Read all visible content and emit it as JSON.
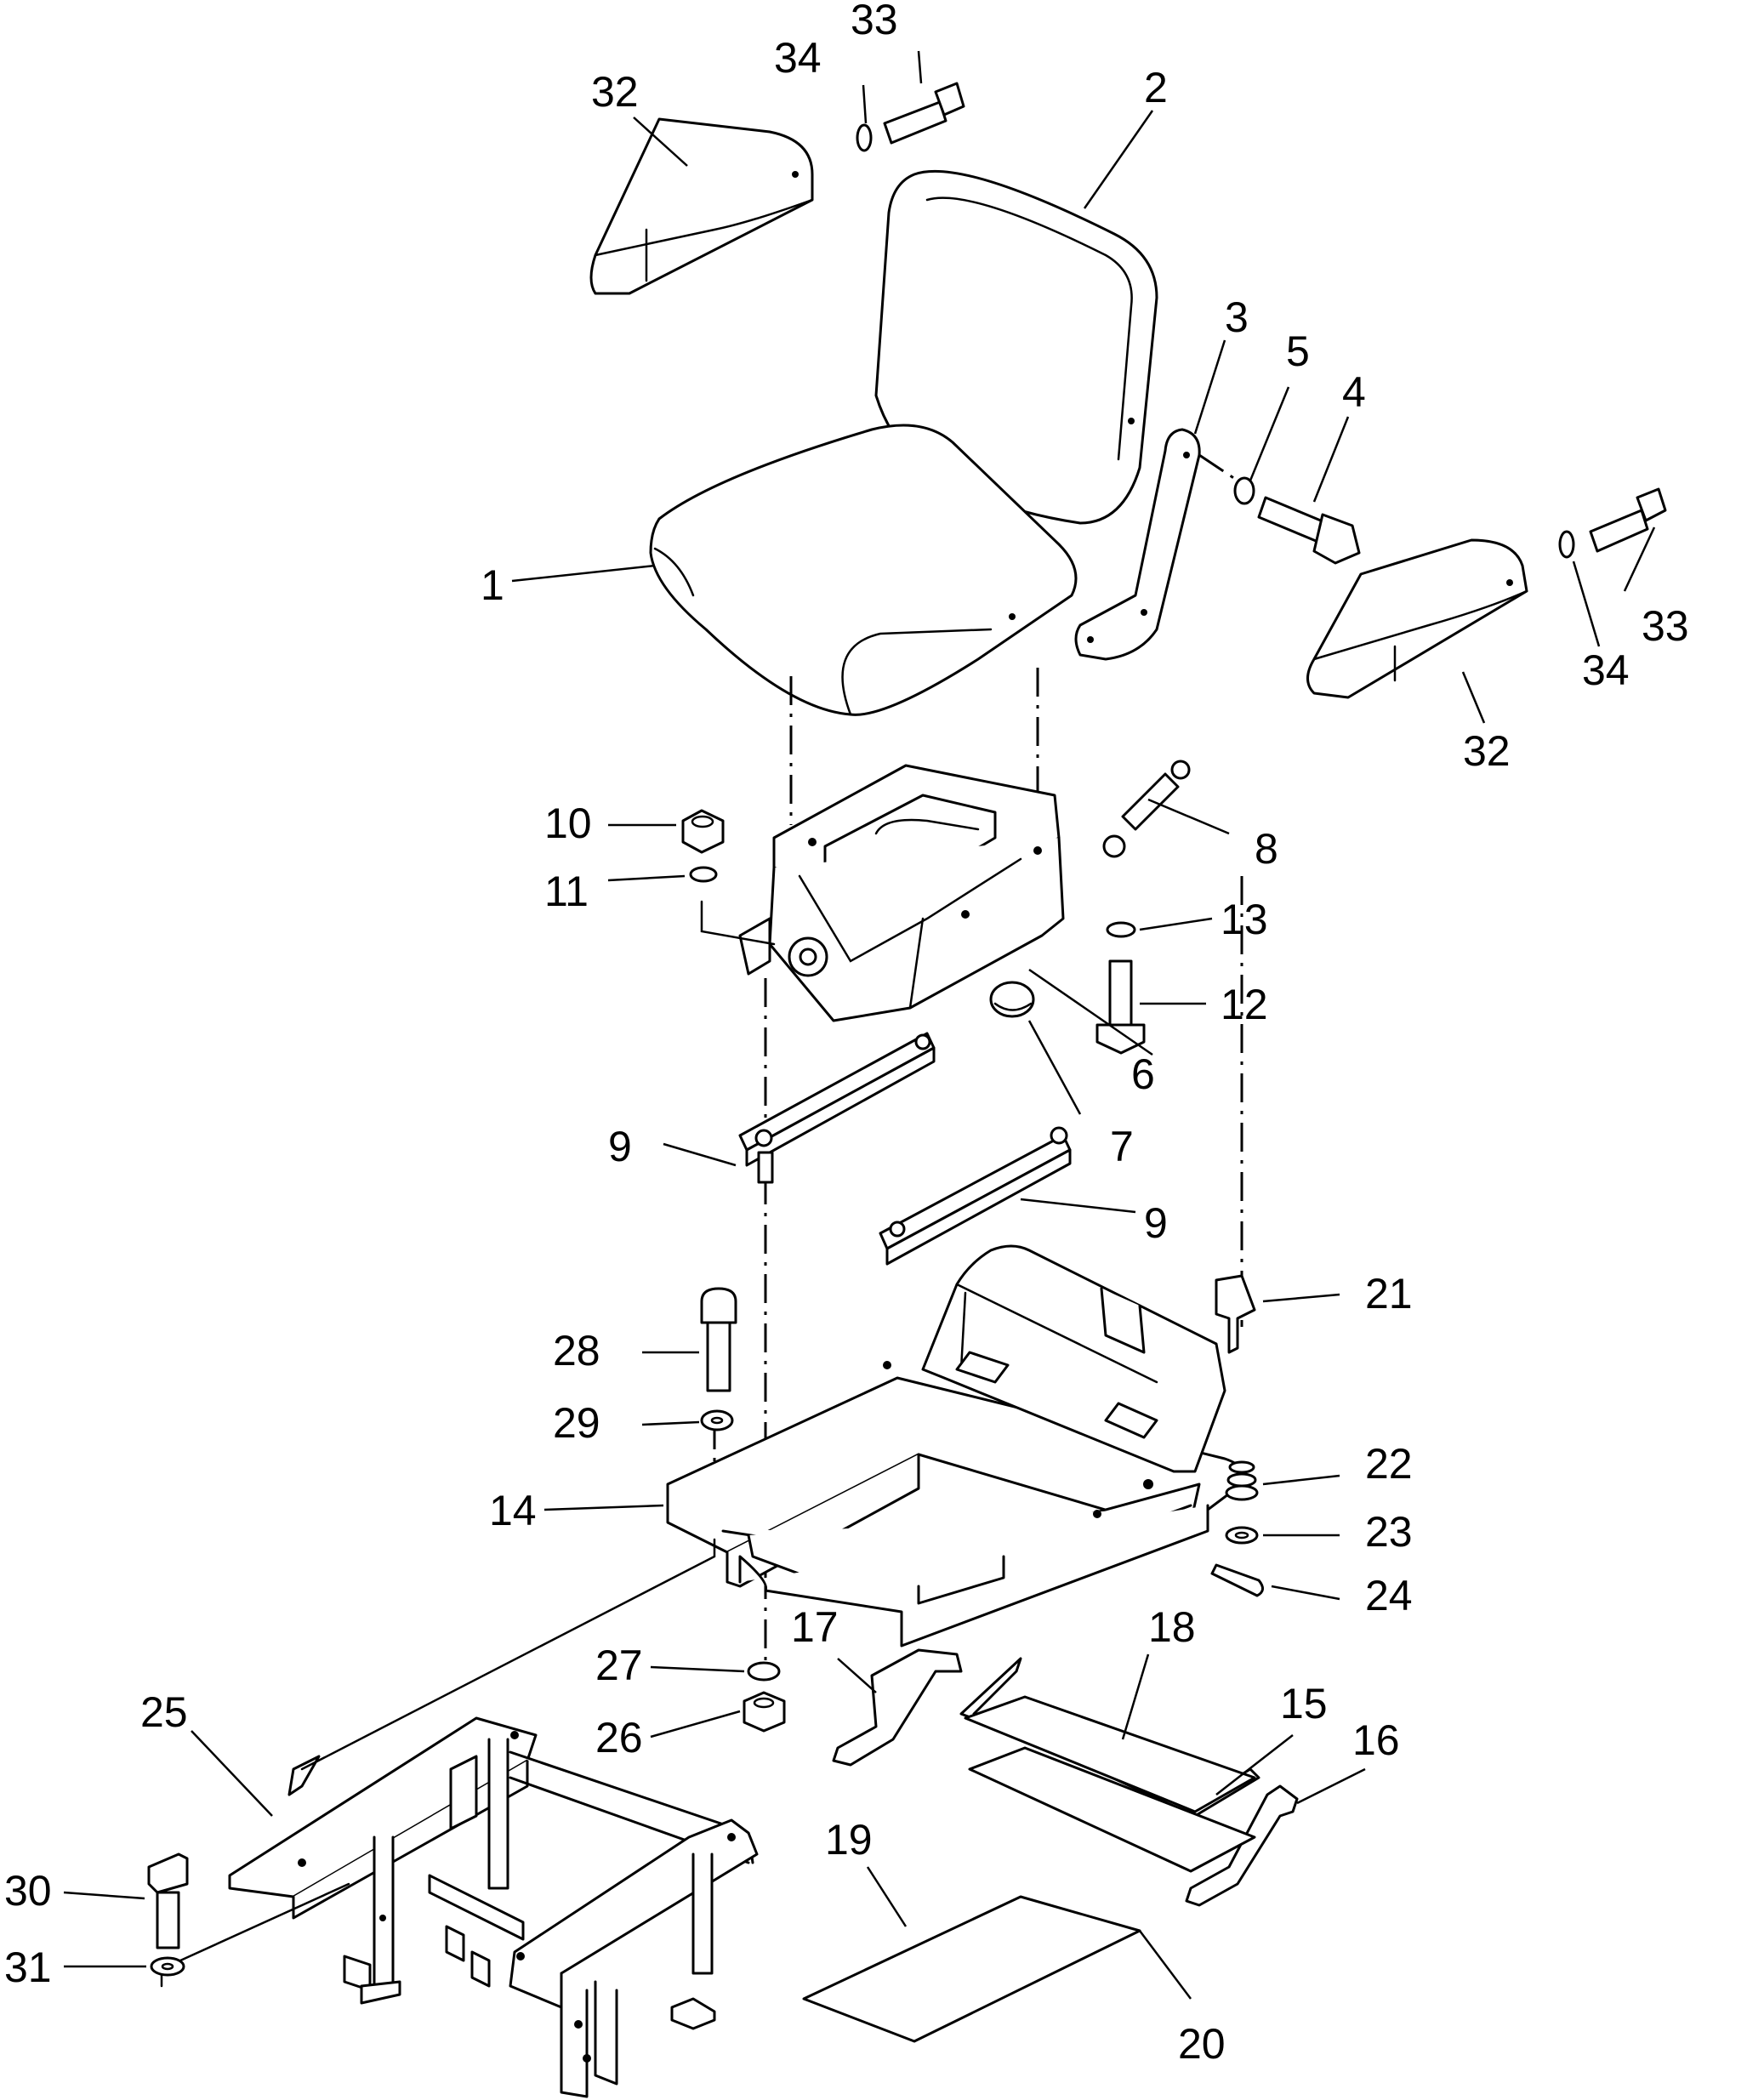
{
  "diagram": {
    "callouts": [
      {
        "id": "c1",
        "text": "1"
      },
      {
        "id": "c2",
        "text": "2"
      },
      {
        "id": "c3",
        "text": "3"
      },
      {
        "id": "c4",
        "text": "4"
      },
      {
        "id": "c5",
        "text": "5"
      },
      {
        "id": "c6",
        "text": "6"
      },
      {
        "id": "c7",
        "text": "7"
      },
      {
        "id": "c8",
        "text": "8"
      },
      {
        "id": "c9a",
        "text": "9"
      },
      {
        "id": "c9b",
        "text": "9"
      },
      {
        "id": "c10",
        "text": "10"
      },
      {
        "id": "c11",
        "text": "11"
      },
      {
        "id": "c12",
        "text": "12"
      },
      {
        "id": "c13",
        "text": "13"
      },
      {
        "id": "c14",
        "text": "14"
      },
      {
        "id": "c15",
        "text": "15"
      },
      {
        "id": "c16",
        "text": "16"
      },
      {
        "id": "c17",
        "text": "17"
      },
      {
        "id": "c18",
        "text": "18"
      },
      {
        "id": "c19",
        "text": "19"
      },
      {
        "id": "c20",
        "text": "20"
      },
      {
        "id": "c21",
        "text": "21"
      },
      {
        "id": "c22",
        "text": "22"
      },
      {
        "id": "c23",
        "text": "23"
      },
      {
        "id": "c24",
        "text": "24"
      },
      {
        "id": "c25",
        "text": "25"
      },
      {
        "id": "c26",
        "text": "26"
      },
      {
        "id": "c27",
        "text": "27"
      },
      {
        "id": "c28",
        "text": "28"
      },
      {
        "id": "c29",
        "text": "29"
      },
      {
        "id": "c30",
        "text": "30"
      },
      {
        "id": "c31",
        "text": "31"
      },
      {
        "id": "c32a",
        "text": "32"
      },
      {
        "id": "c32b",
        "text": "32"
      },
      {
        "id": "c33a",
        "text": "33"
      },
      {
        "id": "c33b",
        "text": "33"
      },
      {
        "id": "c34a",
        "text": "34"
      },
      {
        "id": "c34b",
        "text": "34"
      }
    ]
  }
}
